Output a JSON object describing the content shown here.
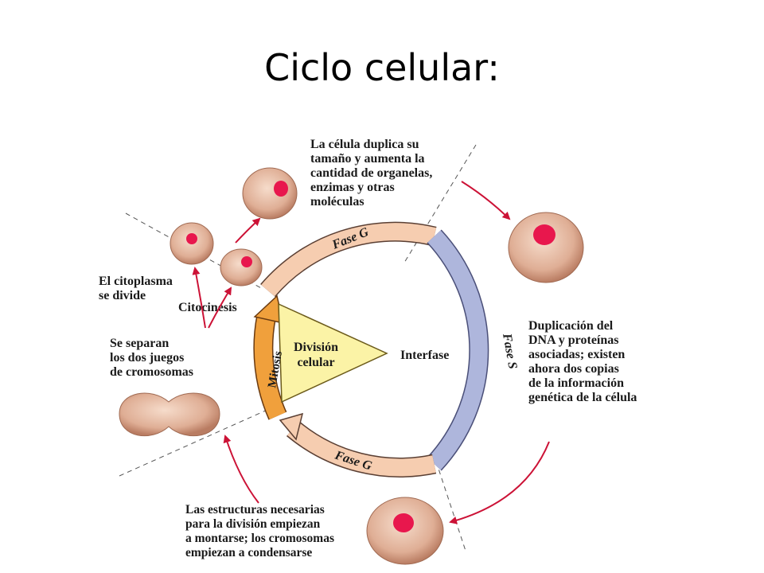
{
  "title": "Ciclo celular:",
  "phase_labels": {
    "g1": "Fase G",
    "s": "Fase S",
    "g2": "Fase G",
    "mitosis": "Mitosis",
    "cytokinesis": "Citocinesis",
    "division": "División\ncelular",
    "interphase": "Interfase"
  },
  "annotations": {
    "growth": "La célula duplica su\ntamaño y aumenta la\ncantidad de organelas,\nenzimas y otras\nmoléculas",
    "dna": "Duplicación del\nDNA y proteínas\nasociadas; existen\nahora dos copias\nde la información\ngenética de la célula",
    "prep": "Las estructuras necesarias\npara la división empiezan\na montarse; los cromosomas\nempiezan a condensarse",
    "chromosomes": "Se separan\nlos dos juegos\nde cromosomas",
    "cytoplasm": "El citoplasma\nse divide"
  },
  "colors": {
    "ring_pink": "#f6cdb0",
    "ring_blue": "#aeb6dc",
    "mitosis_orange": "#f0a03c",
    "wedge_yellow": "#fbf3a6",
    "cell_fill": "#d9a48a",
    "nucleus": "#e8174d",
    "arrow_red": "#cc1236",
    "line_gray": "#555555"
  }
}
